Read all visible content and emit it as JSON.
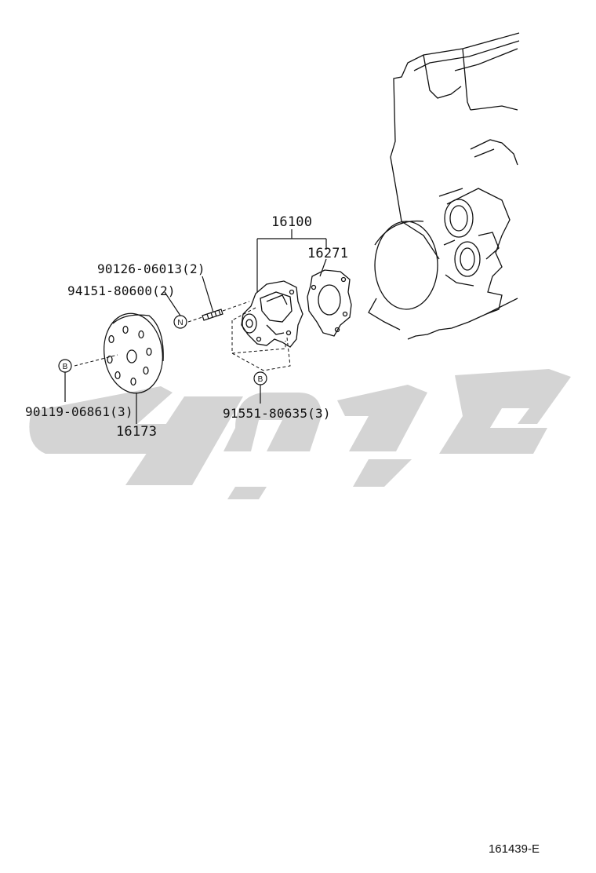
{
  "figure_number": "161439-E",
  "watermark": {
    "color": "#d4d4d4"
  },
  "symbols": {
    "n_marker": "N",
    "b_marker": "B"
  },
  "parts": [
    {
      "id": "p16100",
      "number": "16100"
    },
    {
      "id": "p16271",
      "number": "16271"
    },
    {
      "id": "p90126",
      "number": "90126-06013(2)"
    },
    {
      "id": "p94151",
      "number": "94151-80600(2)"
    },
    {
      "id": "p90119",
      "number": "90119-06861(3)"
    },
    {
      "id": "p16173",
      "number": "16173"
    },
    {
      "id": "p91551",
      "number": "91551-80635(3)"
    }
  ]
}
